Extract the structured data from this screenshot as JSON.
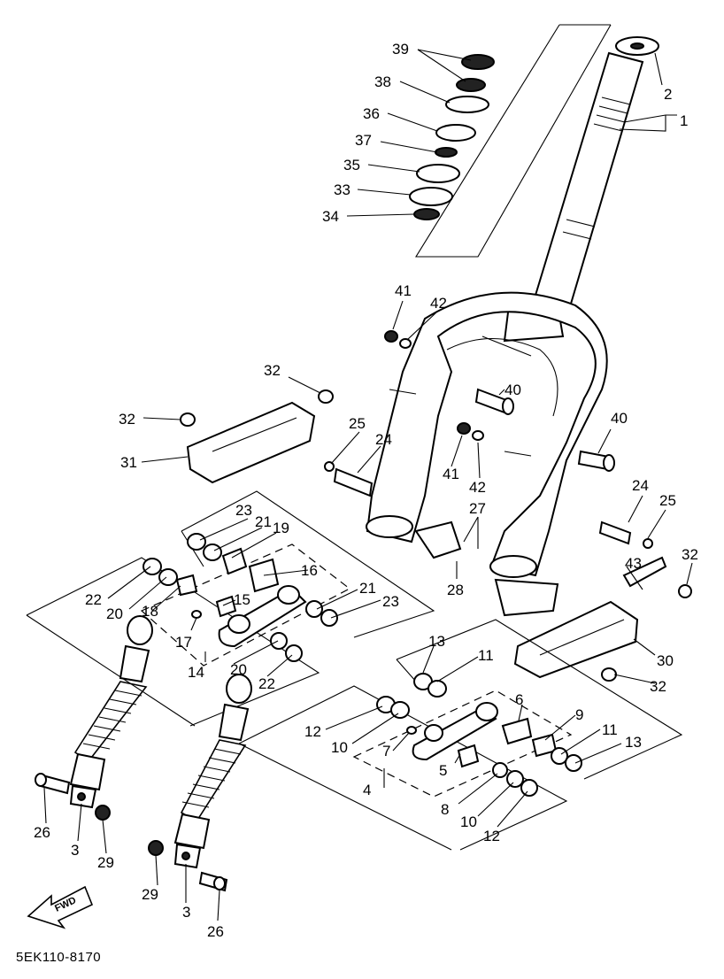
{
  "diagram": {
    "part_labels": [
      "1",
      "2",
      "3",
      "4",
      "5",
      "6",
      "7",
      "8",
      "9",
      "10",
      "11",
      "12",
      "13",
      "14",
      "15",
      "16",
      "17",
      "18",
      "19",
      "20",
      "21",
      "22",
      "23",
      "24",
      "25",
      "26",
      "27",
      "28",
      "29",
      "30",
      "31",
      "32",
      "33",
      "34",
      "35",
      "36",
      "37",
      "38",
      "39",
      "40",
      "41",
      "42",
      "43"
    ],
    "fwd_marker": "FWD",
    "drawing_code": "5EK110-8170"
  }
}
